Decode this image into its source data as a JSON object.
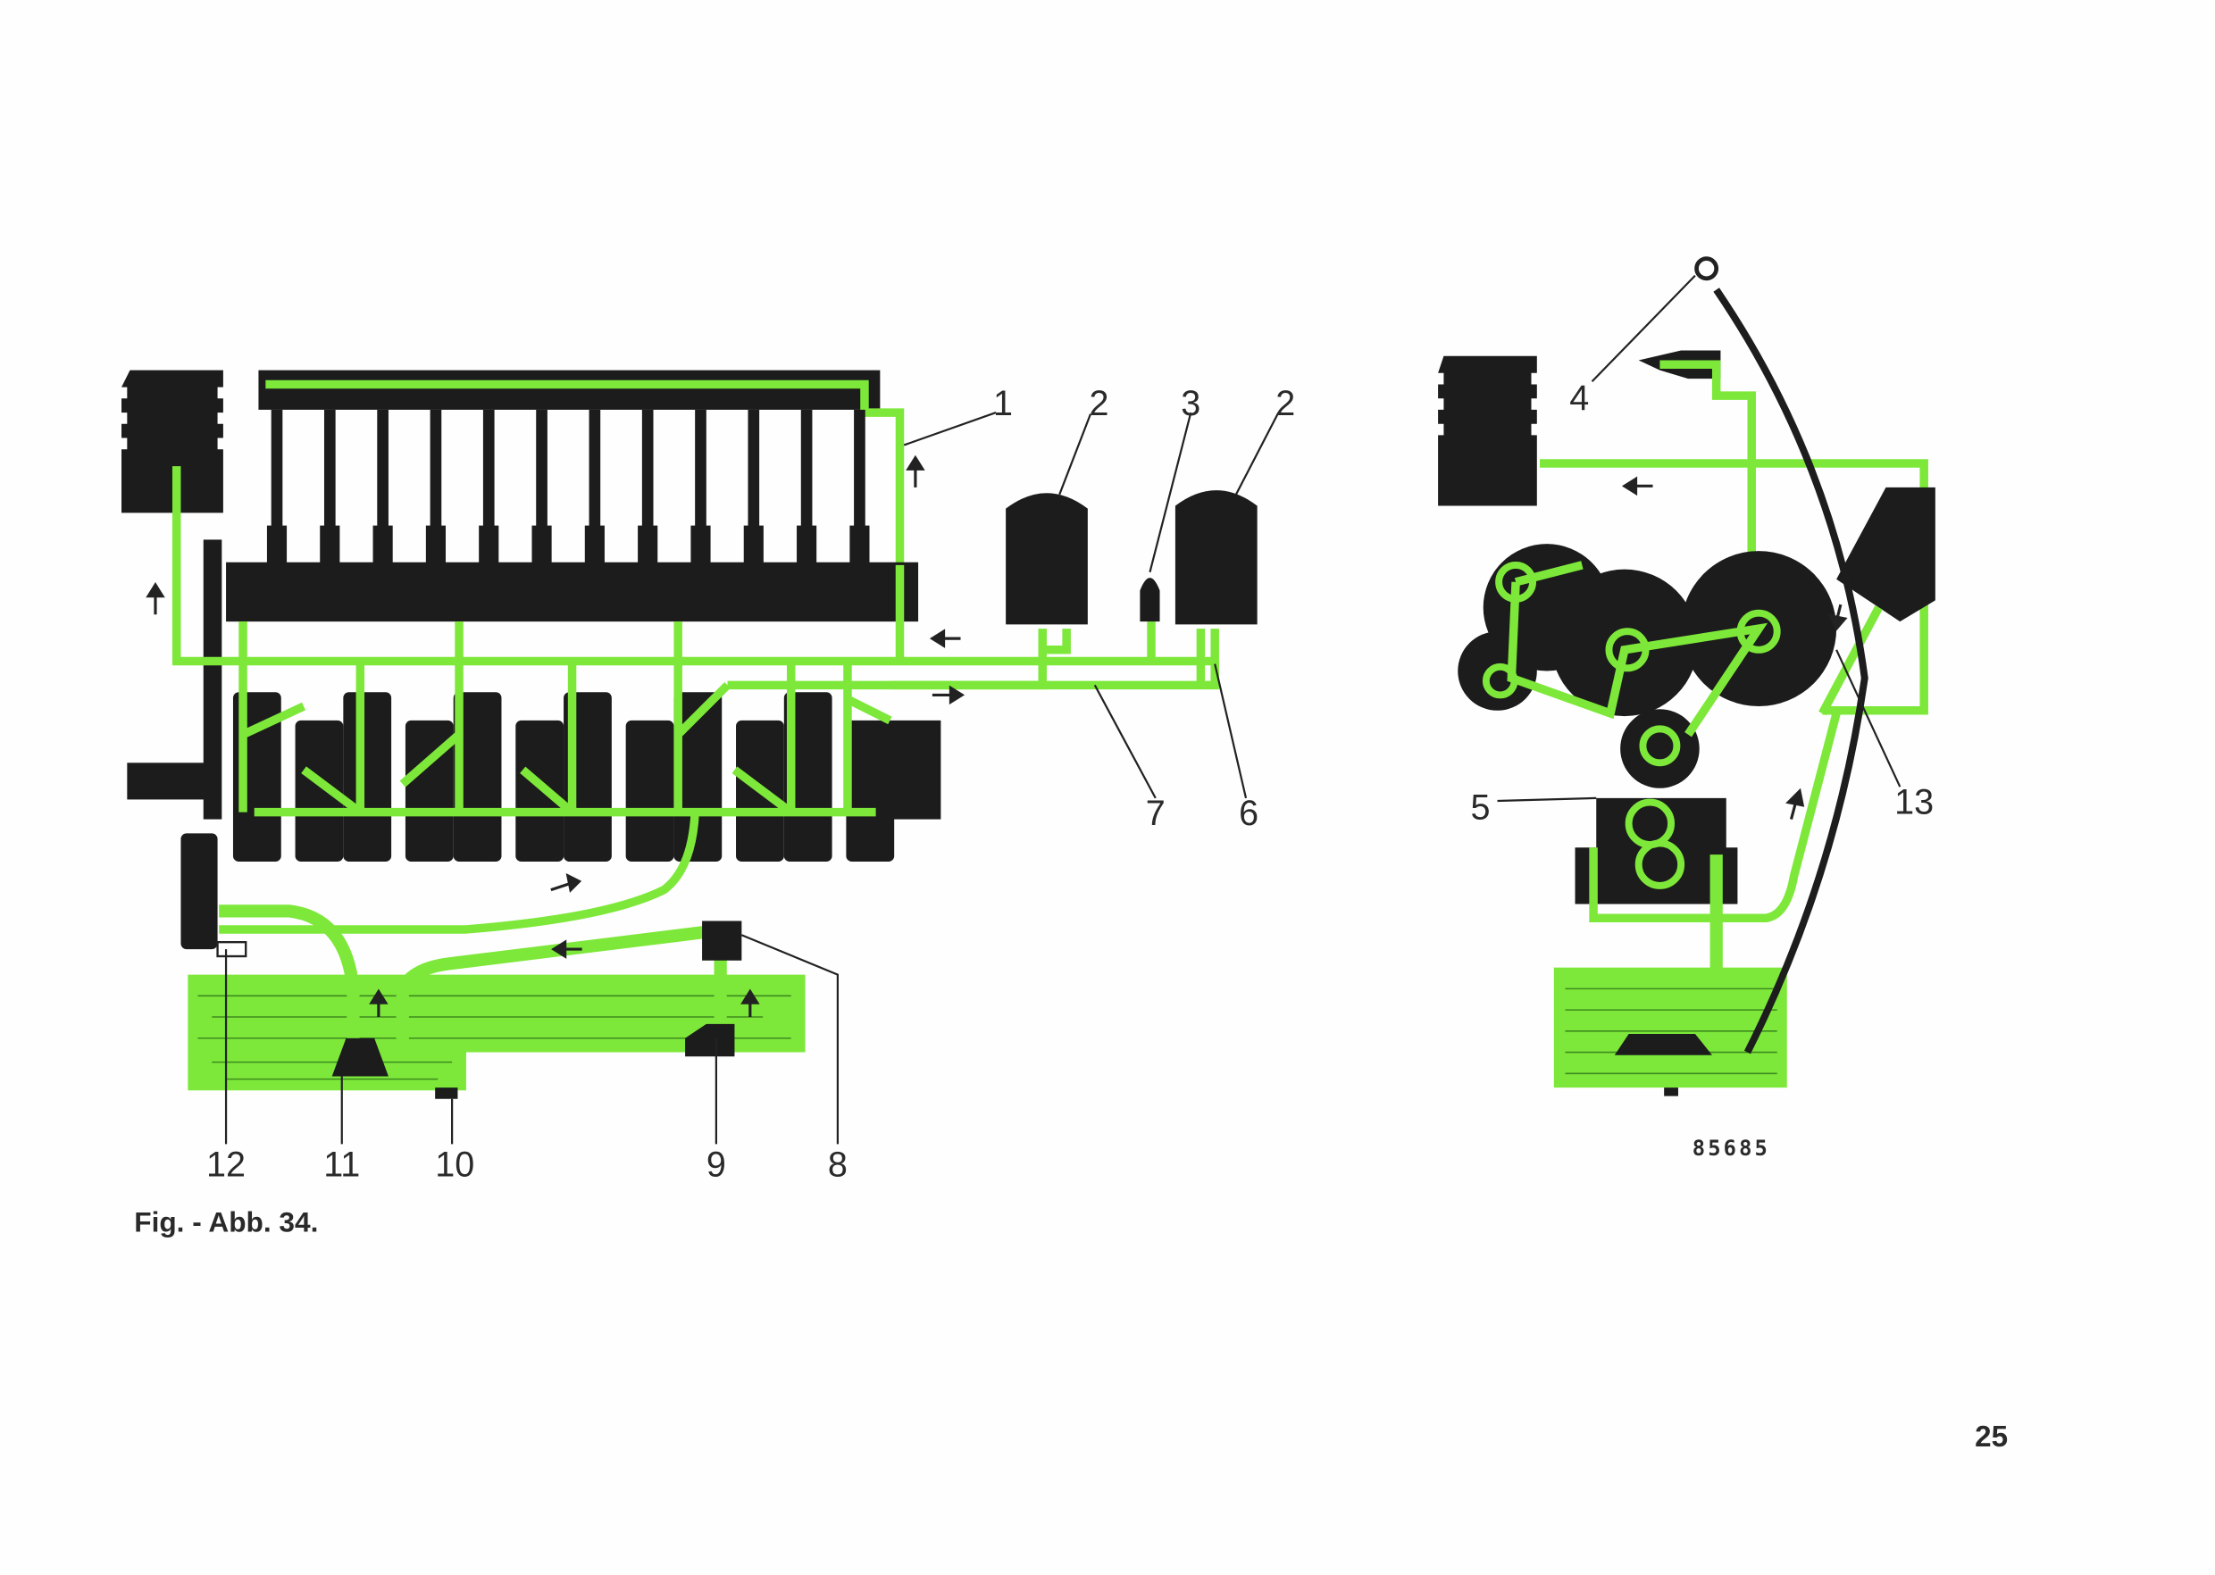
{
  "labels": {
    "l1": "1",
    "l2a": "2",
    "l3": "3",
    "l2b": "2",
    "l7": "7",
    "l6": "6",
    "l12": "12",
    "l11": "11",
    "l10": "10",
    "l9": "9",
    "l8": "8",
    "l4": "4",
    "l5": "5",
    "l13": "13"
  },
  "figure_code": "85685",
  "caption": "Fig. - Abb. 34.",
  "page_number": "25",
  "colors": {
    "oil": "#7de83a",
    "part": "#1c1c1c",
    "paper": "#fefefe"
  }
}
